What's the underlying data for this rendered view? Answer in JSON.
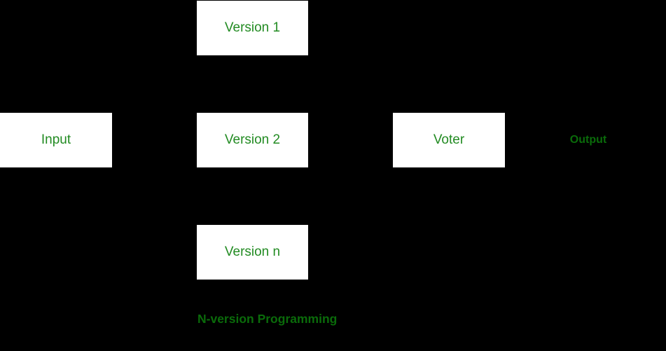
{
  "diagram": {
    "caption": "N-version Programming",
    "colors": {
      "background": "#000000",
      "node_fill": "#ffffff",
      "node_label": "#228B22",
      "accent_text": "#0a6b0a"
    },
    "nodes": [
      {
        "id": "version-1",
        "label": "Version 1"
      },
      {
        "id": "input",
        "label": "Input"
      },
      {
        "id": "version-2",
        "label": "Version 2"
      },
      {
        "id": "voter",
        "label": "Voter"
      },
      {
        "id": "version-n",
        "label": "Version n"
      }
    ],
    "output_label": "Output"
  }
}
